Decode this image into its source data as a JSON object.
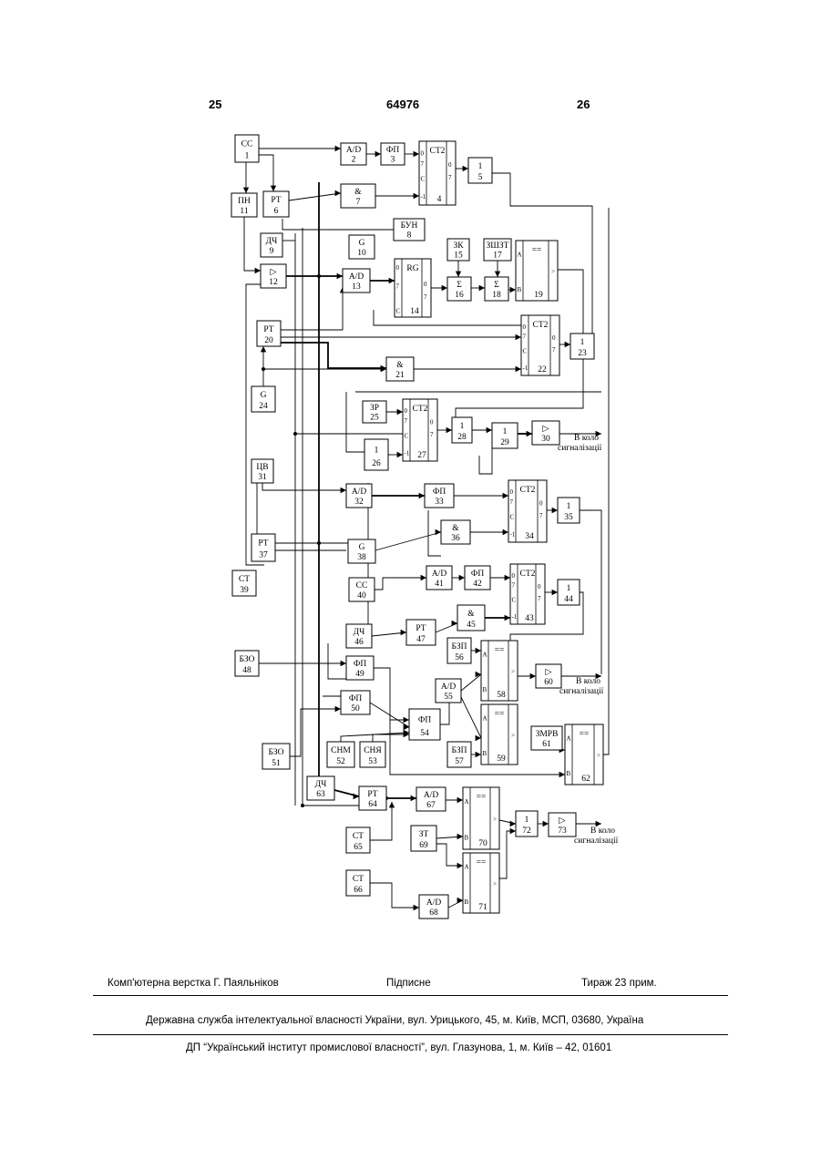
{
  "header": {
    "page_left": "25",
    "doc_number": "64976",
    "page_right": "26"
  },
  "blocks": {
    "b1": [
      "СС",
      "1"
    ],
    "b2": [
      "А/D",
      "2"
    ],
    "b3": [
      "ФП",
      "3"
    ],
    "b4": [
      "СТ2",
      "4"
    ],
    "b5": [
      "1",
      "5"
    ],
    "b6": [
      "РТ",
      "6"
    ],
    "b7": [
      "&",
      "7"
    ],
    "b8": [
      "БУН",
      "8"
    ],
    "b9": [
      "ДЧ",
      "9"
    ],
    "b10": [
      "G",
      "10"
    ],
    "b11": [
      "ПН",
      "11"
    ],
    "b12": [
      "▷",
      "12"
    ],
    "b13": [
      "А/D",
      "13"
    ],
    "b14": [
      "RG",
      "14"
    ],
    "b15": [
      "ЗК",
      "15"
    ],
    "b16": [
      "Σ",
      "16"
    ],
    "b17": [
      "ЗШЗТ",
      "17"
    ],
    "b18": [
      "Σ",
      "18"
    ],
    "b19": [
      "==",
      "19"
    ],
    "b20": [
      "РТ",
      "20"
    ],
    "b21": [
      "&",
      "21"
    ],
    "b22": [
      "СТ2",
      "22"
    ],
    "b23": [
      "1",
      "23"
    ],
    "b24": [
      "G",
      "24"
    ],
    "b25": [
      "ЗР",
      "25"
    ],
    "b26": [
      "1",
      "26"
    ],
    "b27": [
      "СТ2",
      "27"
    ],
    "b28": [
      "1",
      "28"
    ],
    "b29": [
      "1",
      "29"
    ],
    "b30": [
      "▷",
      "30"
    ],
    "b31": [
      "ЦВ",
      "31"
    ],
    "b32": [
      "А/D",
      "32"
    ],
    "b33": [
      "ФП",
      "33"
    ],
    "b34": [
      "СТ2",
      "34"
    ],
    "b35": [
      "1",
      "35"
    ],
    "b36": [
      "&",
      "36"
    ],
    "b37": [
      "РТ",
      "37"
    ],
    "b38": [
      "G",
      "38"
    ],
    "b39": [
      "СТ",
      "39"
    ],
    "b40": [
      "СС",
      "40"
    ],
    "b41": [
      "А/D",
      "41"
    ],
    "b42": [
      "ФП",
      "42"
    ],
    "b43": [
      "СТ2",
      "43"
    ],
    "b44": [
      "1",
      "44"
    ],
    "b45": [
      "&",
      "45"
    ],
    "b46": [
      "ДЧ",
      "46"
    ],
    "b47": [
      "РТ",
      "47"
    ],
    "b48": [
      "БЗО",
      "48"
    ],
    "b49": [
      "ФП",
      "49"
    ],
    "b50": [
      "ФП",
      "50"
    ],
    "b51": [
      "БЗО",
      "51"
    ],
    "b52": [
      "СНМ",
      "52"
    ],
    "b53": [
      "СНЯ",
      "53"
    ],
    "b54": [
      "ФП",
      "54"
    ],
    "b55": [
      "А/D",
      "55"
    ],
    "b56": [
      "БЗП",
      "56"
    ],
    "b57": [
      "БЗП",
      "57"
    ],
    "b58": [
      "==",
      "58"
    ],
    "b59": [
      "==",
      "59"
    ],
    "b60": [
      "▷",
      "60"
    ],
    "b61": [
      "ЗМРВ",
      "61"
    ],
    "b62": [
      "==",
      "62"
    ],
    "b63": [
      "ДЧ",
      "63"
    ],
    "b64": [
      "РТ",
      "64"
    ],
    "b65": [
      "СТ",
      "65"
    ],
    "b66": [
      "СТ",
      "66"
    ],
    "b67": [
      "А/D",
      "67"
    ],
    "b68": [
      "А/D",
      "68"
    ],
    "b69": [
      "ЗТ",
      "69"
    ],
    "b70": [
      "==",
      "70"
    ],
    "b71": [
      "==",
      "71"
    ],
    "b72": [
      "1",
      "72"
    ],
    "b73": [
      "▷",
      "73"
    ]
  },
  "outputs": {
    "o30": [
      "В коло",
      "сигналізації"
    ],
    "o60": [
      "В коло",
      "сигналізації"
    ],
    "o73": [
      "В коло",
      "сигналізації"
    ]
  },
  "footer": {
    "typesetting": "Комп'ютерна верстка Г. Паяльніков",
    "subscription": "Підписне",
    "circulation": "Тираж 23 прим.",
    "office": "Державна служба інтелектуальної власності України, вул. Урицького, 45, м. Київ, МСП, 03680, Україна",
    "institute": "ДП “Український інститут промислової власності”, вул. Глазунова, 1, м. Київ – 42, 01601"
  }
}
